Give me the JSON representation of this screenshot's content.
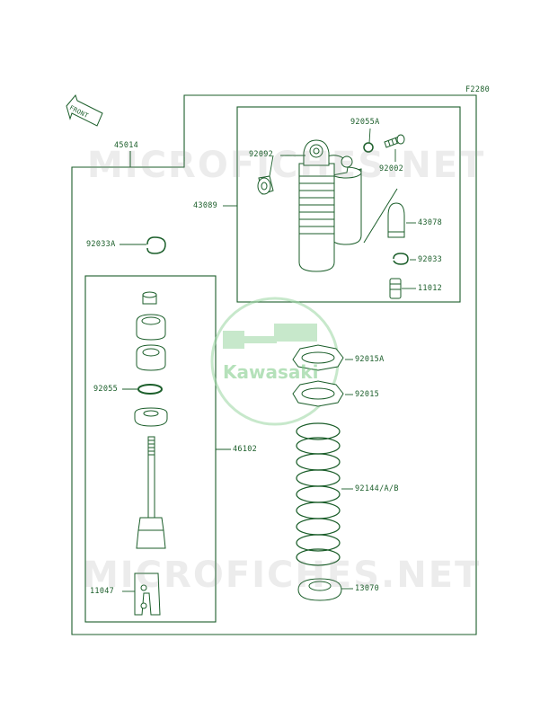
{
  "figure_code": "F2280",
  "front_label": "FRONT",
  "watermark": "MICROFICHES.NET",
  "logo_text": "Kawasaki",
  "parts": {
    "p45014": "45014",
    "p43089": "43089",
    "p92092": "92092",
    "p92055a": "92055A",
    "p92002": "92002",
    "p43078": "43078",
    "p92033": "92033",
    "p11012": "11012",
    "p92033a": "92033A",
    "p92015a": "92015A",
    "p92015": "92015",
    "p92055": "92055",
    "p46102": "46102",
    "p92144": "92144/A/B",
    "p11047": "11047",
    "p13070": "13070"
  },
  "colors": {
    "line": "#1b5e2a",
    "watermark": "#969696",
    "logo": "#7bc884"
  }
}
